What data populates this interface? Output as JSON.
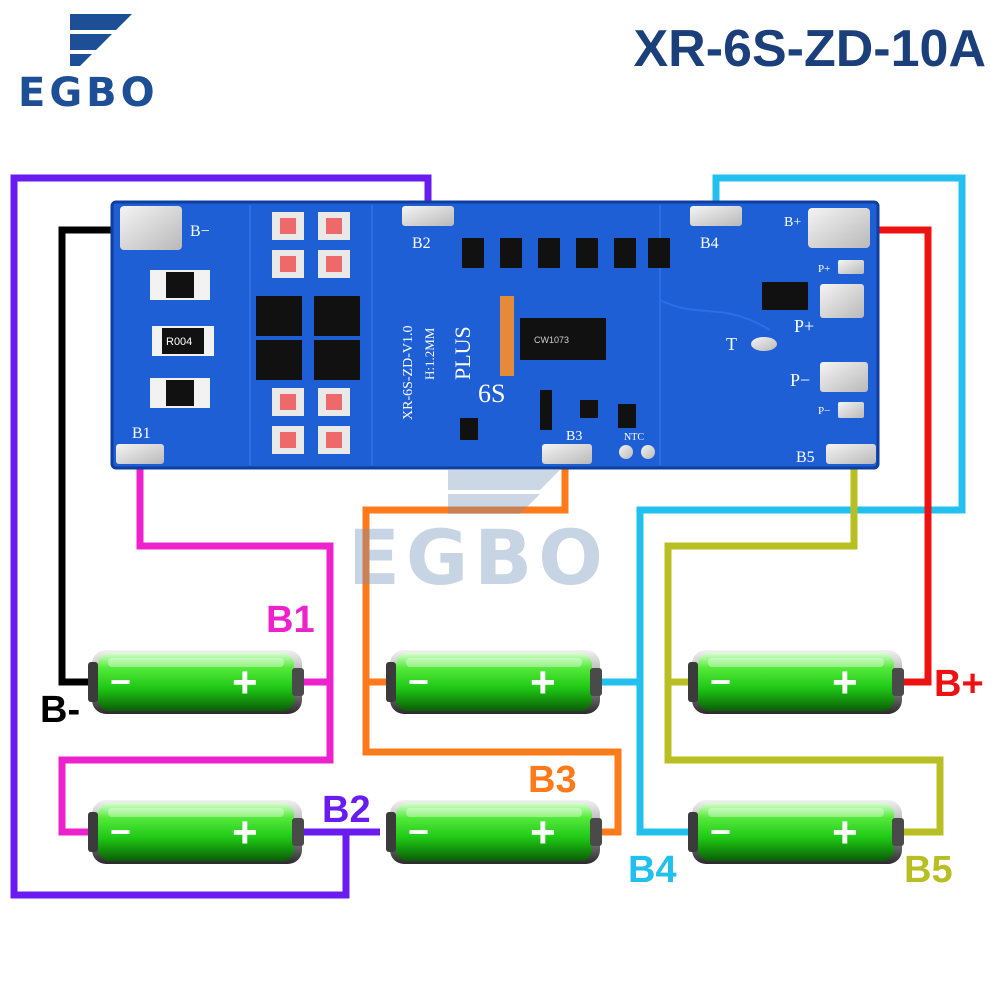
{
  "brand": {
    "name": "EGBO",
    "watermark": "EGBO"
  },
  "model": "XR-6S-ZD-10A",
  "board": {
    "silkscreen": {
      "pad_b_minus": "B−",
      "pad_b2": "B2",
      "pad_b4": "B4",
      "pad_b_plus": "B+",
      "pad_p_plus_small": "P+",
      "pad_p_plus": "P+",
      "pad_t": "T",
      "pad_p_minus": "P−",
      "pad_p_minus_small": "P−",
      "pad_b1": "B1",
      "pad_b3": "B3",
      "pad_ntc": "NTC",
      "pad_b5": "B5",
      "version": "XR-6S-ZD-V1.0",
      "thickness": "H:1.2MM",
      "plus": "PLUS",
      "cells": "6S",
      "resistor": "R004",
      "chip": "CW1073"
    }
  },
  "wire_labels": {
    "b1": "B1",
    "b2": "B2",
    "b3": "B3",
    "b4": "B4",
    "b5": "B5",
    "b_minus": "B-",
    "b_plus": "B+"
  },
  "battery": {
    "minus_symbol": "−",
    "plus_symbol": "+"
  },
  "colors": {
    "b_minus": "#000000",
    "b1": "#ee22cc",
    "b2": "#6a1cf0",
    "b3": "#ff7a1a",
    "b4": "#22c0ee",
    "b5": "#b8bf22",
    "b_plus": "#ee1111",
    "board": "#1e5fd6",
    "battery": "#24d21a",
    "brand": "#1c4f96"
  }
}
